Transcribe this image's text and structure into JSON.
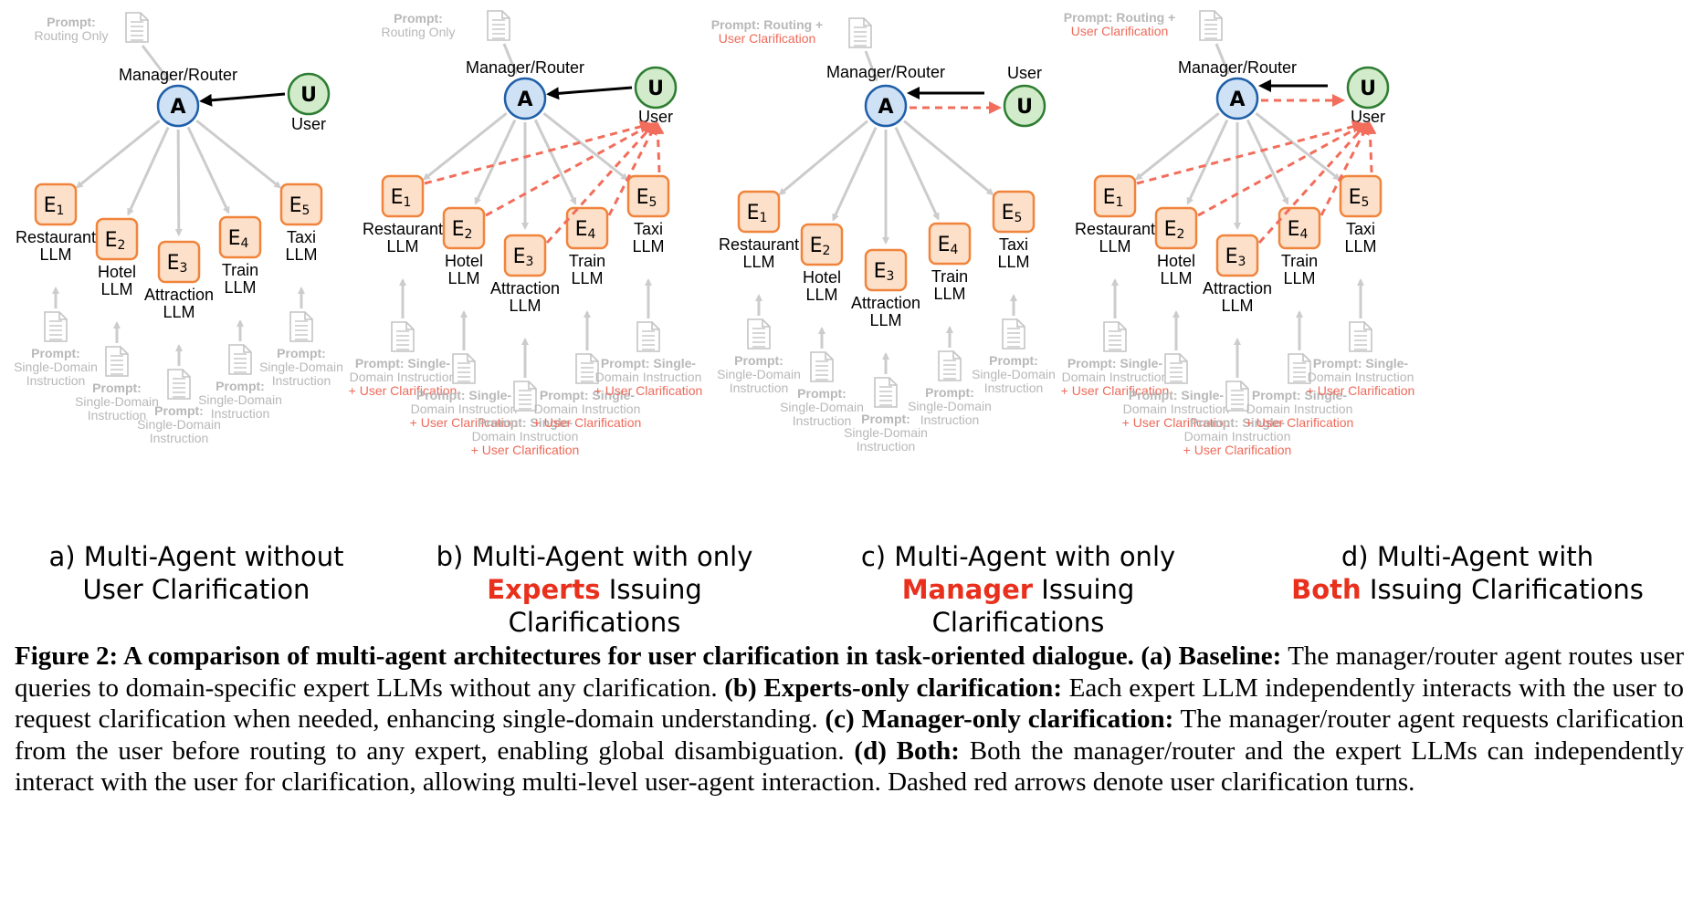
{
  "labels": {
    "manager": "Manager/Router",
    "user": "User",
    "agent_letter": "A",
    "user_letter": "U",
    "experts": [
      {
        "id": "E",
        "sub": "1",
        "line1": "Restaurant",
        "line2": "LLM"
      },
      {
        "id": "E",
        "sub": "2",
        "line1": "Hotel",
        "line2": "LLM"
      },
      {
        "id": "E",
        "sub": "3",
        "line1": "Attraction",
        "line2": "LLM"
      },
      {
        "id": "E",
        "sub": "4",
        "line1": "Train",
        "line2": "LLM"
      },
      {
        "id": "E",
        "sub": "5",
        "line1": "Taxi",
        "line2": "LLM"
      }
    ]
  },
  "prompts": {
    "routing_only": [
      "Prompt:",
      "Routing Only"
    ],
    "routing_clar": [
      "Prompt: Routing +",
      "User Clarification"
    ],
    "single_domain_a": [
      [
        "Prompt:",
        "Single-Domain",
        "Instruction"
      ],
      [
        "Prompt:",
        "Single-Domain",
        "Instruction"
      ],
      [
        "Prompt:",
        "Single-Domain",
        "Instruction"
      ],
      [
        "Prompt:",
        "Single-Domain",
        "Instruction"
      ],
      [
        "Prompt:",
        "Single-Domain",
        "Instruction"
      ]
    ],
    "single_domain_clar": [
      [
        "Prompt: Single-",
        "Domain Instruction",
        "+ User Clarification"
      ],
      [
        "Prompt: Single-",
        "Domain Instruction",
        "+ User Clarification"
      ],
      [
        "Prompt: Single-",
        "Domain Instruction",
        "+ User Clarification"
      ],
      [
        "Prompt: Single-",
        "Domain Instruction",
        "+ User Clarification"
      ],
      [
        "Prompt: Single-",
        "Domain Instruction",
        "+ User Clarification"
      ]
    ]
  },
  "panels": [
    {
      "id": "a",
      "caption_line1": "a) Multi-Agent without",
      "caption_highlight": "",
      "caption_line2": "User Clarification"
    },
    {
      "id": "b",
      "caption_line1": "b) Multi-Agent with only",
      "caption_highlight": "Experts",
      "caption_line2": " Issuing Clarifications"
    },
    {
      "id": "c",
      "caption_line1": "c) Multi-Agent with only",
      "caption_highlight": "Manager",
      "caption_line2": " Issuing Clarifications"
    },
    {
      "id": "d",
      "caption_line1": "d) Multi-Agent with",
      "caption_highlight": "Both",
      "caption_line2": " Issuing Clarifications"
    }
  ],
  "caption": {
    "fig_label": "Figure 2:",
    "fig_title": " A comparison of multi-agent architectures for user clarification in task-oriented dialogue.",
    "a_head": "(a) Baseline:",
    "a_text": " The manager/router agent routes user queries to domain-specific expert LLMs without any clarification. ",
    "b_head": "(b) Experts-only clarification:",
    "b_text": " Each expert LLM independently interacts with the user to request clarification when needed, enhancing single-domain understanding. ",
    "c_head": "(c) Manager-only clarification:",
    "c_text": " The manager/router agent requests clarification from the user before routing to any expert, enabling global disambiguation. ",
    "d_head": "(d) Both:",
    "d_text": " Both the manager/router and the expert LLMs can independently interact with the user for clarification, allowing multi-level user-agent interaction. Dashed red arrows denote user clarification turns."
  },
  "colors": {
    "agent_fill": "#cfe2f5",
    "agent_stroke": "#1f5fa8",
    "user_fill": "#d2eccb",
    "user_stroke": "#2e7d32",
    "expert_fill": "#fde0c9",
    "expert_stroke": "#f0843c",
    "gray_arrow": "#cccccc",
    "red": "#f26d5b",
    "highlight": "#e8301d"
  }
}
